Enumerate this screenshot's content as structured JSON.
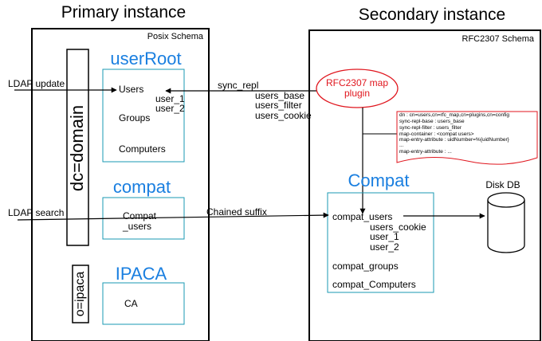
{
  "colors": {
    "line": "#000000",
    "container_box": "#1a9ab3",
    "container_title": "#1a7fe0",
    "plugin": "#e0161e",
    "note_border": "#e0161e",
    "background": "#ffffff"
  },
  "primary": {
    "title": "Primary instance",
    "schema": "Posix Schema",
    "domain_label": "dc=domain",
    "ipaca_label": "o=ipaca",
    "userroot": {
      "title": "userRoot",
      "users": "Users",
      "user1": "user_1",
      "user2": "user_2",
      "groups": "Groups",
      "computers": "Computers"
    },
    "compat": {
      "title": "compat",
      "line1": "Compat",
      "line2": "_users"
    },
    "ipaca": {
      "title": "IPACA",
      "ca": "CA"
    }
  },
  "secondary": {
    "title": "Secondary instance",
    "schema": "RFC2307  Schema",
    "plugin": {
      "line1": "RFC2307 map",
      "line2": "plugin"
    },
    "config_note": [
      "dn : cn=users,cn=rfc_map,cn=plugins,cn=config",
      "sync-repl-base : users_base",
      "sync-repl-filter : users_filter",
      "map-container : <compat users>",
      "map-entry-attribute : uidNumber=%{uidNumber}",
      "...",
      "map-entry-attribute : ..."
    ],
    "compat": {
      "title": "Compat",
      "users": "compat_users",
      "cookie": "users_cookie",
      "user1": "user_1",
      "user2": "user_2",
      "groups": "compat_groups",
      "computers": "compat_Computers"
    },
    "disk": "Disk DB"
  },
  "flows": {
    "ldap_update": "LDAP update",
    "ldap_search": "LDAP search",
    "sync_repl": "sync_repl",
    "users_base": "users_base",
    "users_filter": "users_filter",
    "users_cookie": "users_cookie",
    "chained_suffix": "Chained suffix"
  }
}
